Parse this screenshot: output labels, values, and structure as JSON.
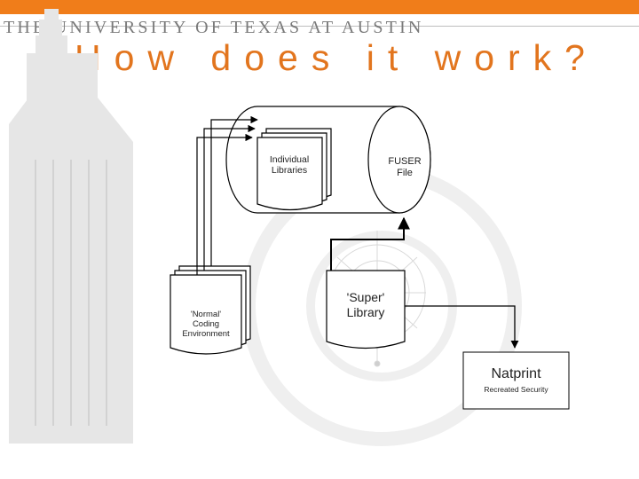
{
  "header": {
    "university": "THE UNIVERSITY OF TEXAS AT AUSTIN",
    "title": "How does it work?",
    "accent_color": "#f07d1a",
    "title_color": "#e2751e"
  },
  "diagram": {
    "individual_libraries": [
      "Individual",
      "Libraries"
    ],
    "fuser_file": [
      "FUSER",
      "File"
    ],
    "normal_env": [
      "'Normal'",
      "Coding",
      "Environment"
    ],
    "super_library": [
      "'Super'",
      "Library"
    ],
    "natprint": "Natprint",
    "recreated_security": "Recreated Security"
  },
  "watermark": {
    "icons": [
      "tower-icon",
      "seal-icon",
      "spiderweb-icon"
    ]
  }
}
